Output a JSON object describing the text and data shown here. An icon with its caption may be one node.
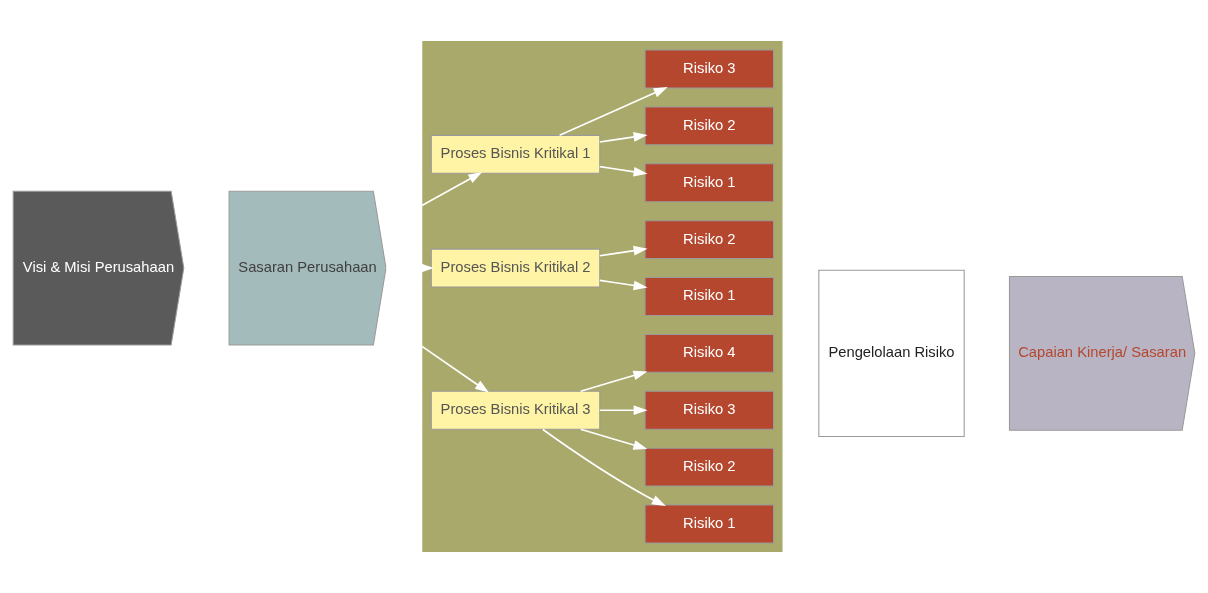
{
  "diagram": {
    "nodes": [
      {
        "text": [
          "Visi & Misi Perusahaan"
        ]
      },
      {
        "text": [
          "Sasaran Perusahaan"
        ]
      },
      {
        "text": [],
        "shape": "box"
      },
      {
        "text": [
          "Proses Bisnis Kritikal 1"
        ],
        "in": 2
      },
      {
        "text": [
          "Risiko 1"
        ],
        "in": 2
      },
      {
        "text": [
          "Risiko 2"
        ],
        "in": 2
      },
      {
        "text": [
          "Risiko 3"
        ],
        "in": 2
      },
      {
        "text": [
          "Proses Bisnis Kritikal 2"
        ],
        "in": 2
      },
      {
        "text": [
          "Risiko 1"
        ],
        "in": 2
      },
      {
        "text": [
          "Risiko 2"
        ],
        "in": 2
      },
      {
        "text": [
          "Proses Bisnis Kritikal 3"
        ],
        "in": 2
      },
      {
        "text": [
          "Risiko 1"
        ],
        "in": 2
      },
      {
        "text": [
          "Risiko 2"
        ],
        "in": 2
      },
      {
        "text": [
          "Risiko 3"
        ],
        "in": 2
      },
      {
        "text": [
          "Risiko 4"
        ],
        "in": 2
      },
      {
        "text": [
          "Pengelolaan Risiko"
        ]
      },
      {
        "text": [
          "Capaian Kinerja/ Sasaran"
        ]
      }
    ],
    "edges": [
      {
        "from": 1,
        "to": 3,
        "arrow": "to"
      },
      {
        "from": 1,
        "to": 7,
        "arrow": "to"
      },
      {
        "from": 1,
        "to": 10,
        "arrow": "to"
      },
      {
        "from": 3,
        "to": 4,
        "arrow": "to"
      },
      {
        "from": 3,
        "to": 5,
        "arrow": "to"
      },
      {
        "from": 3,
        "to": 6,
        "arrow": "to"
      },
      {
        "from": 7,
        "to": 8,
        "arrow": "to"
      },
      {
        "from": 7,
        "to": 9,
        "arrow": "to"
      },
      {
        "from": 10,
        "to": 11,
        "arrow": "to"
      },
      {
        "from": 10,
        "to": 12,
        "arrow": "to"
      },
      {
        "from": 10,
        "to": 13,
        "arrow": "to"
      },
      {
        "from": 10,
        "to": 14,
        "arrow": "to"
      }
    ]
  }
}
